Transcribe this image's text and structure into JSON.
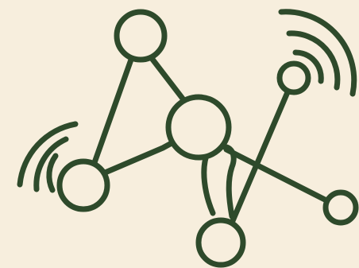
{
  "colors": {
    "background": "#f7eedd",
    "ink": "#2e4a2b"
  },
  "illustration": {
    "subject": "network-signal-icon",
    "nodes": [
      "top-node",
      "center-hub-node",
      "left-node",
      "bottom-node",
      "right-node",
      "upper-right-node"
    ],
    "signal_waves": [
      "left-signal-waves",
      "upper-right-signal-waves"
    ]
  }
}
